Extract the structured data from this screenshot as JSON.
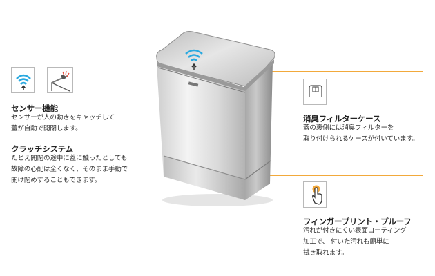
{
  "features": {
    "sensor": {
      "title": "センサー機能",
      "lines": [
        "センサーが人の動きをキャッチして",
        "蓋が自動で開閉します。"
      ]
    },
    "clutch": {
      "title": "クラッチシステム",
      "lines": [
        "たとえ開閉の途中に蓋に触ったとしても",
        "故障の心配は全くなく、そのまま手動で",
        "開け閉めすることもできます。"
      ]
    },
    "deodorant": {
      "title": "消臭フィルターケース",
      "lines": [
        "蓋の裏側には消臭フィルターを",
        "取り付けられるケースが付いています。"
      ]
    },
    "fingerprint": {
      "title": "フィンガープリント・プルーフ",
      "lines": [
        "汚れが付きにくい表面コーティング",
        "加工で、 付いた汚れも簡単に",
        "拭き取れます。"
      ]
    }
  },
  "icons": {
    "sensor": "wifi-sensor-icon",
    "clutch": "manual-lid-icon",
    "deodorant": "filter-case-icon",
    "fingerprint": "finger-touch-icon"
  },
  "colors": {
    "accent": "#f2a93b",
    "sensor_blue": "#29a9e0",
    "icon_border": "#b9b9b9"
  }
}
